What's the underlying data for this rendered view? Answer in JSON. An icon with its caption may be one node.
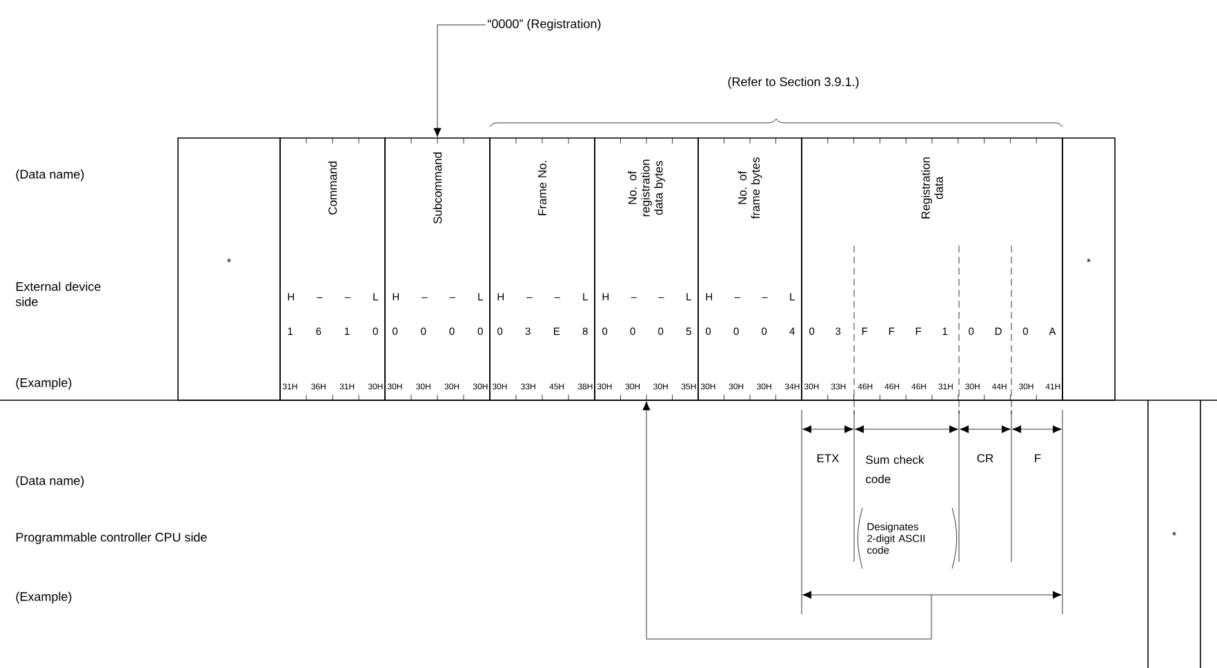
{
  "diagram": {
    "nodes": [
      {
        "text": [
          "*"
        ]
      },
      {
        "text": [
          "Command",
          "H – – L",
          "1 6 1 0",
          "31H 36H 31H 30H"
        ]
      },
      {
        "text": [
          "Subcommand",
          "H – – L",
          "0 0 0 0",
          "30H 30H 30H 30H"
        ]
      },
      {
        "text": [
          "Frame No.",
          "H – – L",
          "0 3 E 8",
          "30H 33H 45H 38H"
        ]
      },
      {
        "text": [
          "No. of registration data bytes",
          "H – – L",
          "0 0 0 5",
          "30H 30H 30H 35H"
        ]
      },
      {
        "text": [
          "No. of frame bytes",
          "H – – L",
          "0 0 0 4",
          "30H 30H 30H 34H"
        ]
      },
      {
        "text": [
          "Registration data",
          "0 3 F F F 1 0 D 0 A",
          "30H 33H 46H 46H 46H 31H 30H 44H 30H 41H"
        ]
      },
      {
        "text": [
          "*"
        ]
      },
      {
        "text": [
          "*"
        ]
      },
      {
        "text": [
          "“0000” (Registration)"
        ]
      }
    ],
    "edges": [
      {
        "from": 9,
        "to": 2,
        "arrow": "to"
      },
      {
        "from": null,
        "to": 4,
        "arrow": "to"
      }
    ],
    "labels": [
      "(Refer to Section 3.9.1.)",
      "(Data name)",
      "External device side",
      "(Example)",
      "ETX",
      "Sum check code",
      "CR",
      "F",
      "Designates 2-digit ASCII code",
      "(Data name)",
      "Programmable controller CPU side",
      "(Example)"
    ]
  }
}
